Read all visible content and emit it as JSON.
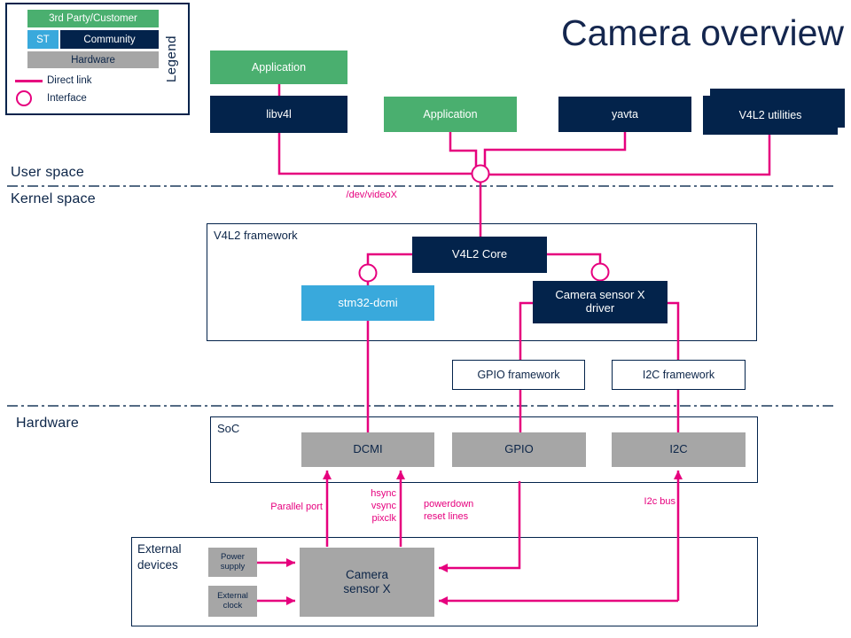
{
  "title": "Camera overview",
  "colors": {
    "navy": "#03234B",
    "green": "#4AAF6F",
    "light_blue": "#39A9DC",
    "gray": "#A6A6A6",
    "pink": "#E6007E"
  },
  "legend": {
    "heading": "Legend",
    "third_party": "3rd Party/Customer",
    "st": "ST",
    "community": "Community",
    "hardware": "Hardware",
    "direct_link": "Direct link",
    "interface": "Interface"
  },
  "layers": {
    "user_space": "User space",
    "kernel_space": "Kernel space",
    "hardware": "Hardware"
  },
  "user_space": {
    "application_1": "Application",
    "libv4l": "libv4l",
    "application_2": "Application",
    "yavta": "yavta",
    "v4l2_utilities": "V4L2 utilities",
    "dev_node": "/dev/videoX"
  },
  "kernel_space": {
    "v4l2_framework": "V4L2 framework",
    "v4l2_core": "V4L2 Core",
    "stm32_dcmi": "stm32-dcmi",
    "camera_sensor_driver": "Camera sensor X\ndriver",
    "gpio_framework": "GPIO framework",
    "i2c_framework": "I2C framework"
  },
  "hardware": {
    "soc": "SoC",
    "dcmi": "DCMI",
    "gpio": "GPIO",
    "i2c": "I2C",
    "external_devices": "External\ndevices",
    "power_supply": "Power\nsupply",
    "external_clock": "External\nclock",
    "camera_sensor": "Camera\nsensor X"
  },
  "signal_labels": {
    "parallel_port": "Parallel port",
    "sync_lines": "hsync\nvsync\npixclk",
    "powerdown": "powerdown\nreset lines",
    "i2c_bus": "I2c bus"
  }
}
